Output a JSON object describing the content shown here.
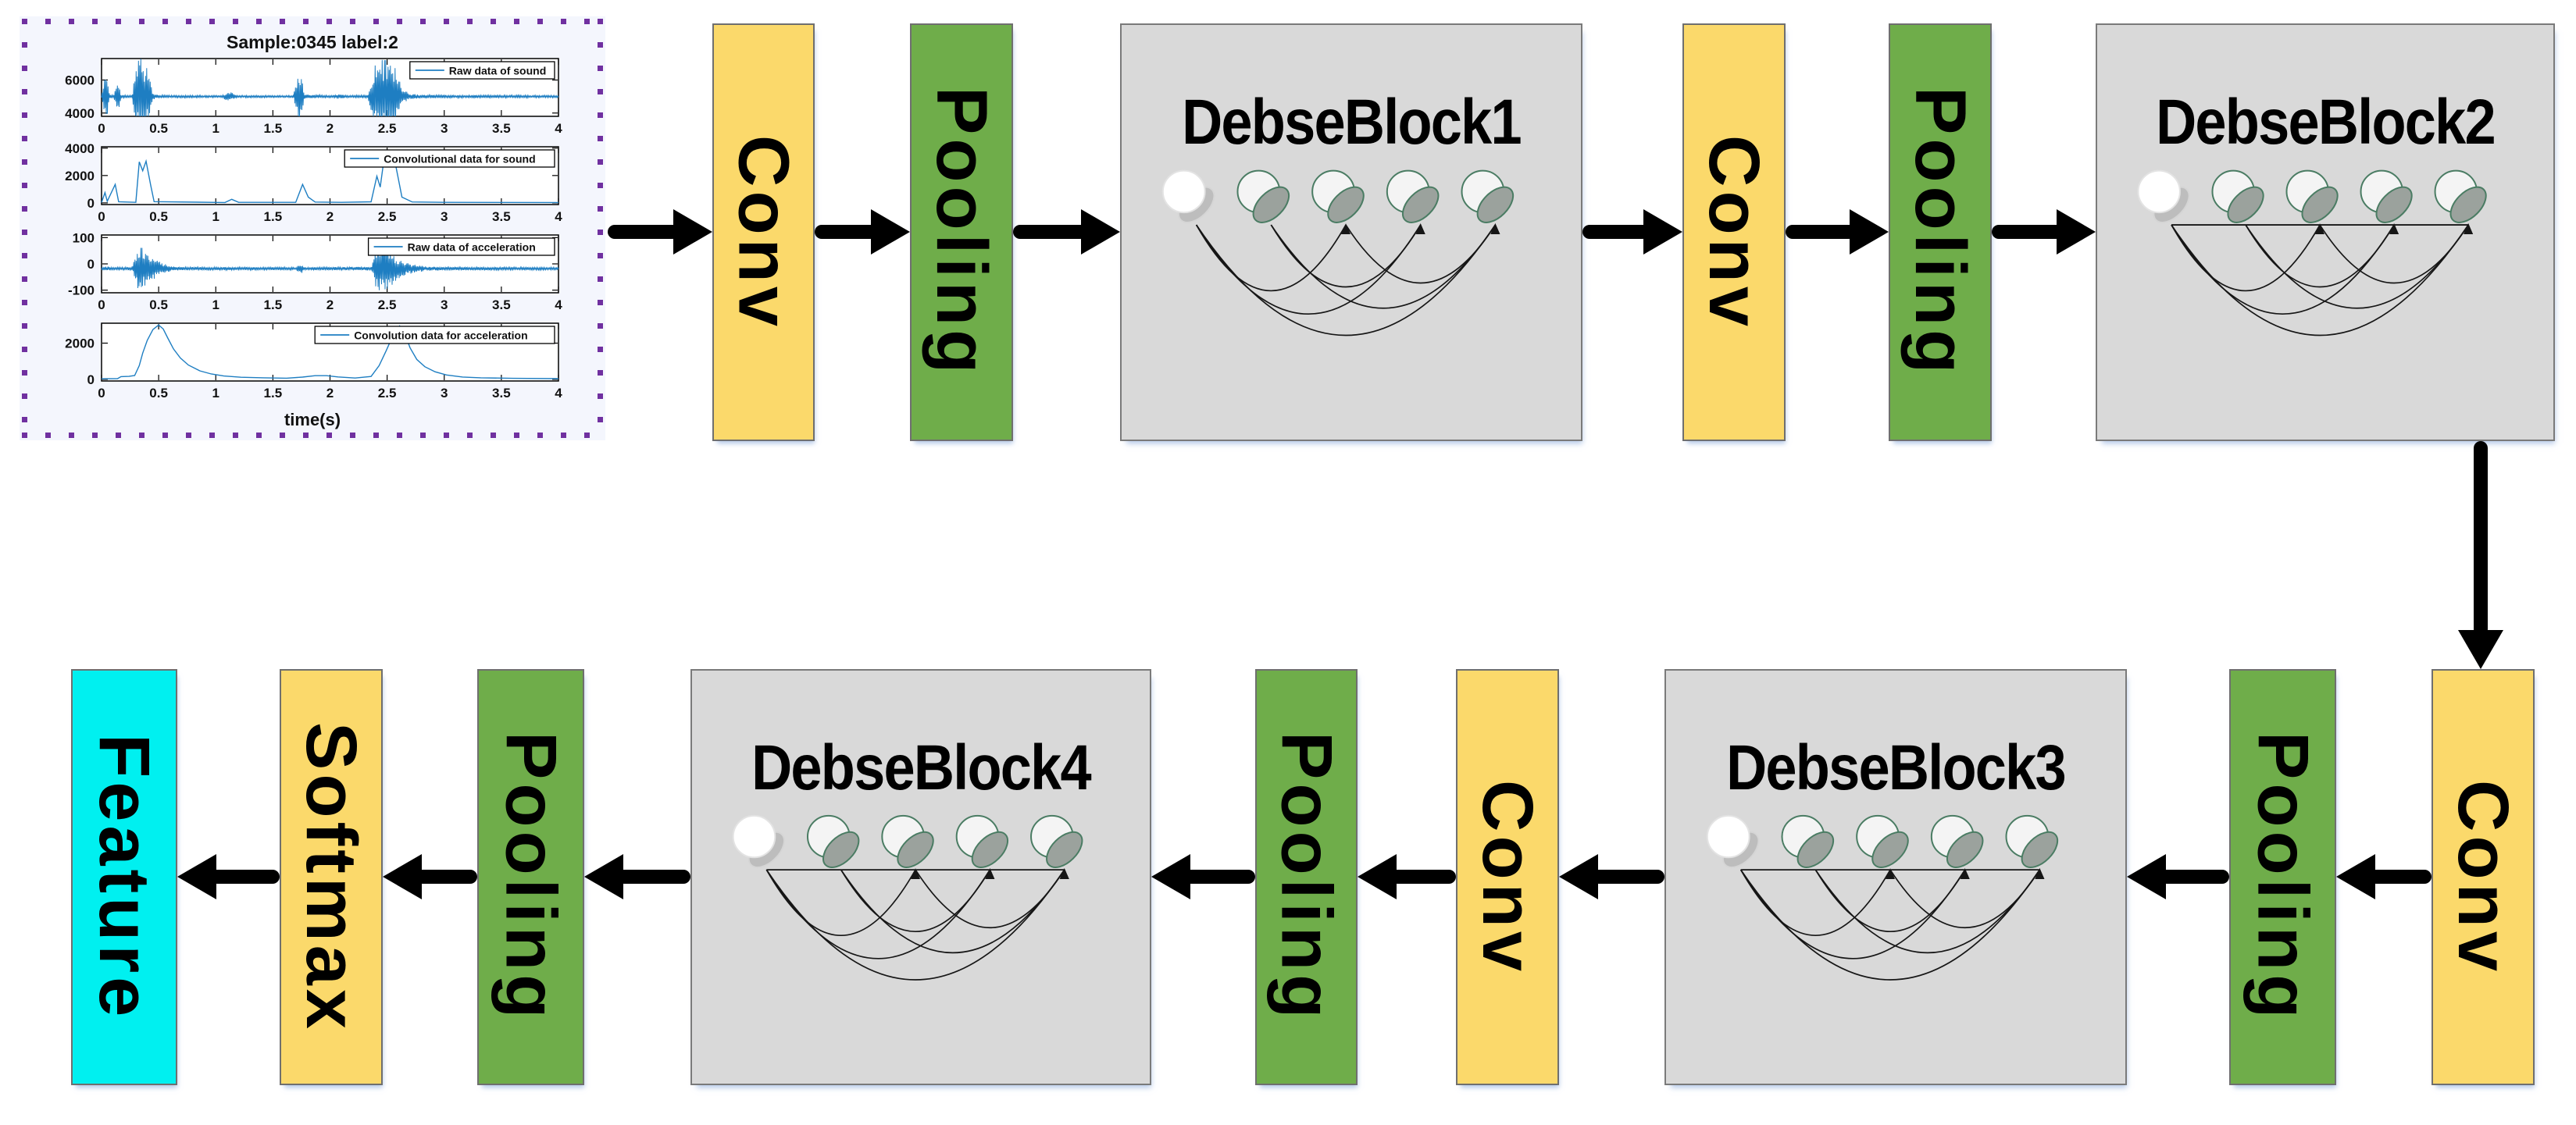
{
  "diagram": {
    "colors": {
      "conv": "#FBD96B",
      "pooling": "#6FAD4A",
      "softmax": "#FBD96B",
      "feature": "#00F0F0",
      "block_bg": "#D9D9D9",
      "block_border": "#7A7A7A",
      "arrow": "#000000",
      "panel_dot_border": "#7030A0",
      "plot_line": "#1E7EC2",
      "neuron_outline": "#4A7C63",
      "neuron_shadow": "#9BA29D"
    }
  },
  "bars": {
    "conv": "Conv",
    "pooling": "Pooling",
    "softmax": "Softmax",
    "feature": "Feature"
  },
  "blocks": {
    "b1": "DebseBlock1",
    "b2": "DebseBlock2",
    "b3": "DebseBlock3",
    "b4": "DebseBlock4"
  },
  "panel": {
    "title": "Sample:0345 label:2",
    "xlabel": "time(s)"
  },
  "chart_data": [
    {
      "type": "line",
      "legend": "Raw data of sound",
      "render": "noise",
      "baseline": 5000,
      "xlim": [
        0,
        4
      ],
      "ylim": [
        3800,
        7300
      ],
      "xticks": [
        0,
        0.5,
        1,
        1.5,
        2,
        2.5,
        3,
        3.5,
        4
      ],
      "yticks": [
        4000,
        6000
      ],
      "envelope": [
        [
          0,
          70
        ],
        [
          0.02,
          900
        ],
        [
          0.04,
          1600
        ],
        [
          0.07,
          150
        ],
        [
          0.11,
          80
        ],
        [
          0.14,
          1400
        ],
        [
          0.17,
          90
        ],
        [
          0.27,
          70
        ],
        [
          0.3,
          2000
        ],
        [
          0.33,
          2300
        ],
        [
          0.37,
          2300
        ],
        [
          0.41,
          1700
        ],
        [
          0.45,
          200
        ],
        [
          0.5,
          80
        ],
        [
          1.05,
          60
        ],
        [
          1.12,
          350
        ],
        [
          1.18,
          70
        ],
        [
          1.68,
          60
        ],
        [
          1.73,
          1800
        ],
        [
          1.78,
          130
        ],
        [
          2.0,
          70
        ],
        [
          2.08,
          140
        ],
        [
          2.15,
          70
        ],
        [
          2.33,
          90
        ],
        [
          2.38,
          1700
        ],
        [
          2.43,
          2300
        ],
        [
          2.5,
          2300
        ],
        [
          2.57,
          1900
        ],
        [
          2.63,
          500
        ],
        [
          2.7,
          150
        ],
        [
          2.9,
          90
        ],
        [
          4,
          70
        ]
      ]
    },
    {
      "type": "line",
      "legend": "Convolutional data for sound",
      "render": "path",
      "xlim": [
        0,
        4
      ],
      "ylim": [
        -120,
        4100
      ],
      "xticks": [
        0,
        0.5,
        1,
        1.5,
        2,
        2.5,
        3,
        3.5,
        4
      ],
      "yticks": [
        0,
        2000,
        4000
      ],
      "points": [
        [
          0,
          30
        ],
        [
          0.03,
          750
        ],
        [
          0.05,
          120
        ],
        [
          0.12,
          1350
        ],
        [
          0.15,
          80
        ],
        [
          0.3,
          40
        ],
        [
          0.33,
          3000
        ],
        [
          0.36,
          2350
        ],
        [
          0.39,
          3050
        ],
        [
          0.43,
          1300
        ],
        [
          0.46,
          90
        ],
        [
          1.08,
          30
        ],
        [
          1.14,
          260
        ],
        [
          1.2,
          40
        ],
        [
          1.7,
          40
        ],
        [
          1.76,
          1350
        ],
        [
          1.81,
          420
        ],
        [
          1.87,
          60
        ],
        [
          2.1,
          40
        ],
        [
          2.36,
          80
        ],
        [
          2.41,
          1950
        ],
        [
          2.44,
          1150
        ],
        [
          2.48,
          3650
        ],
        [
          2.53,
          2650
        ],
        [
          2.57,
          2950
        ],
        [
          2.63,
          420
        ],
        [
          2.72,
          70
        ],
        [
          3.0,
          40
        ],
        [
          4,
          30
        ]
      ]
    },
    {
      "type": "line",
      "legend": "Raw data of acceleration",
      "render": "noise",
      "baseline": -18,
      "xlim": [
        0,
        4
      ],
      "ylim": [
        -110,
        110
      ],
      "xticks": [
        0,
        0.5,
        1,
        1.5,
        2,
        2.5,
        3,
        3.5,
        4
      ],
      "yticks": [
        -100,
        0,
        100
      ],
      "envelope": [
        [
          0,
          5
        ],
        [
          0.06,
          9
        ],
        [
          0.09,
          5
        ],
        [
          0.27,
          6
        ],
        [
          0.3,
          55
        ],
        [
          0.33,
          95
        ],
        [
          0.37,
          75
        ],
        [
          0.41,
          55
        ],
        [
          0.46,
          40
        ],
        [
          0.52,
          25
        ],
        [
          0.6,
          12
        ],
        [
          0.68,
          6
        ],
        [
          1.7,
          5
        ],
        [
          1.74,
          20
        ],
        [
          1.79,
          5
        ],
        [
          2.36,
          7
        ],
        [
          2.41,
          85
        ],
        [
          2.46,
          100
        ],
        [
          2.51,
          80
        ],
        [
          2.57,
          50
        ],
        [
          2.64,
          28
        ],
        [
          2.73,
          16
        ],
        [
          2.84,
          9
        ],
        [
          3.0,
          6
        ],
        [
          4,
          5
        ]
      ]
    },
    {
      "type": "line",
      "legend": "Convolution data for acceleration",
      "render": "path",
      "xlim": [
        0,
        4
      ],
      "ylim": [
        -90,
        3100
      ],
      "xticks": [
        0,
        0.5,
        1,
        1.5,
        2,
        2.5,
        3,
        3.5,
        4
      ],
      "yticks": [
        0,
        2000
      ],
      "points": [
        [
          0,
          30
        ],
        [
          0.14,
          40
        ],
        [
          0.17,
          150
        ],
        [
          0.24,
          165
        ],
        [
          0.29,
          210
        ],
        [
          0.33,
          760
        ],
        [
          0.36,
          1450
        ],
        [
          0.4,
          2150
        ],
        [
          0.45,
          2750
        ],
        [
          0.5,
          3000
        ],
        [
          0.54,
          2780
        ],
        [
          0.58,
          2280
        ],
        [
          0.63,
          1680
        ],
        [
          0.69,
          1180
        ],
        [
          0.76,
          790
        ],
        [
          0.86,
          470
        ],
        [
          0.96,
          300
        ],
        [
          1.07,
          185
        ],
        [
          1.22,
          115
        ],
        [
          1.42,
          85
        ],
        [
          1.62,
          65
        ],
        [
          1.76,
          125
        ],
        [
          1.87,
          205
        ],
        [
          1.97,
          205
        ],
        [
          2.07,
          135
        ],
        [
          2.22,
          75
        ],
        [
          2.36,
          160
        ],
        [
          2.43,
          760
        ],
        [
          2.49,
          1560
        ],
        [
          2.53,
          2120
        ],
        [
          2.57,
          2600
        ],
        [
          2.61,
          2950
        ],
        [
          2.66,
          2450
        ],
        [
          2.7,
          1750
        ],
        [
          2.76,
          1100
        ],
        [
          2.83,
          700
        ],
        [
          2.92,
          420
        ],
        [
          3.02,
          240
        ],
        [
          3.16,
          130
        ],
        [
          3.32,
          85
        ],
        [
          3.6,
          55
        ],
        [
          4,
          40
        ]
      ]
    }
  ]
}
